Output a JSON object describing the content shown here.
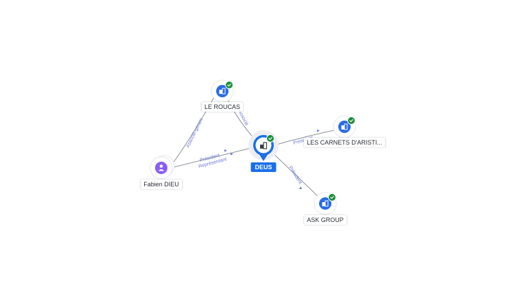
{
  "colors": {
    "company": "#2a6be6",
    "person": "#8b5cf6",
    "verified": "#1e8e3e",
    "edge_label": "#6b78d6",
    "center_label_bg": "#1b6fe8"
  },
  "nodes": {
    "center": {
      "label": "DEUS",
      "icon": "building-icon",
      "verified": true
    },
    "le_roucas": {
      "label": "LE ROUCAS",
      "icon": "building-icon",
      "verified": true
    },
    "carnets": {
      "label": "LES CARNETS D'ARISTI...",
      "icon": "building-icon",
      "verified": true
    },
    "ask_group": {
      "label": "ASK GROUP",
      "icon": "building-icon",
      "verified": true
    },
    "fabien": {
      "label": "Fabien DIEU",
      "icon": "person-icon",
      "verified": false
    }
  },
  "edges": {
    "fabien_roucas": "Associé-gérant",
    "deus_roucas": "Associé",
    "fabien_deus_president": "Président",
    "fabien_deus_representant": "Représentant",
    "deus_carnets": "Président",
    "deus_ask": "Président"
  }
}
